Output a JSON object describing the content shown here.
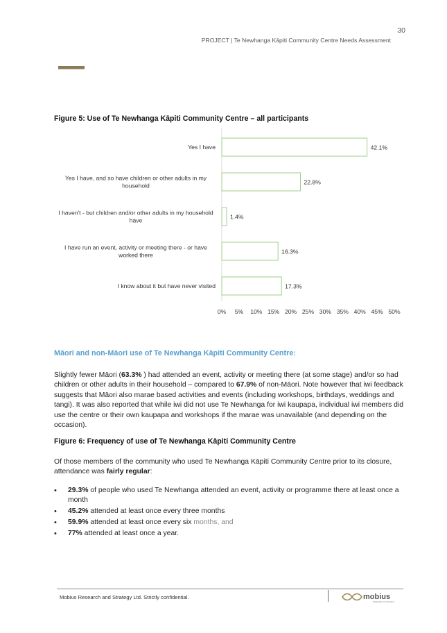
{
  "header": {
    "page_number": "30",
    "running_title": "PROJECT | Te Newhanga Kāpiti Community Centre Needs Assessment"
  },
  "figure5": {
    "title": "Figure 5:  Use of Te Newhanga Kāpiti Community Centre – all participants"
  },
  "chart_data": {
    "type": "bar",
    "orientation": "horizontal",
    "title": "",
    "xlabel": "",
    "ylabel": "",
    "categories": [
      [
        "Yes I have"
      ],
      [
        "Yes I have, and so have children or other adults in my",
        "household"
      ],
      [
        "I haven't - but children and/or other adults in my household",
        "have"
      ],
      [
        "I have run an event, activity or meeting there - or have",
        "worked there"
      ],
      [
        "I know about it but have never visited"
      ]
    ],
    "values": [
      42.1,
      22.8,
      1.4,
      16.3,
      17.3
    ],
    "value_labels": [
      "42.1%",
      "22.8%",
      "1.4%",
      "16.3%",
      "17.3%"
    ],
    "xlim": [
      0,
      50
    ],
    "ticks": [
      0,
      5,
      10,
      15,
      20,
      25,
      30,
      35,
      40,
      45,
      50
    ],
    "tick_labels": [
      "0%",
      "5%",
      "10%",
      "15%",
      "20%",
      "25%",
      "30%",
      "35%",
      "40%",
      "45%",
      "50%"
    ],
    "grid": false,
    "legend": "none",
    "bar_fill": "#ffffff",
    "bar_stroke": "#9ccf8a"
  },
  "section": {
    "heading": "Māori and non-Māori use of Te Newhanga Kāpiti Community Centre:",
    "heading_color": "#5aa0cc",
    "para1": {
      "t1": "Slightly fewer Māori (",
      "b1": "63.3%",
      "t2": " ) had attended an event, activity or meeting there (at some stage) and/or so had children or other adults in their household – compared to ",
      "b2": "67.9%",
      "t3": " of non-Māori.   Note however that iwi feedback suggests that Māori also marae based activities and events (including workshops, birthdays, weddings and tangi).  It was also reported that while iwi did not use Te Newhanga for iwi kaupapa, individual iwi members did use the centre or their own kaupapa and workshops if the marae was unavailable (and depending on the occasion)."
    }
  },
  "figure6": {
    "title": "Figure 6:  Frequency of use of Te Newhanga Kāpiti Community Centre",
    "intro_text": "Of those members of the community who used Te Newhanga Kāpiti Community Centre prior to its closure, attendance was ",
    "intro_bold": "fairly regular",
    "intro_end": ":",
    "bullets": [
      {
        "bold": "29.3%",
        "text": " of people who used Te Newhanga attended an event, activity or programme there at least once a month"
      },
      {
        "bold": "45.2%",
        "text": " attended at least once every three months"
      },
      {
        "bold": "59.9%",
        "text": " attended at least once every six ",
        "faded": "months, and"
      },
      {
        "bold": "77%",
        "text": " attended at least once a year."
      }
    ]
  },
  "footer": {
    "text": "Mobius Research and Strategy Ltd.  Strictly confidential.",
    "logo_text": "mobius",
    "logo_subtext": "RESEARCH & STRATEGY",
    "logo_color": "#a08a55"
  }
}
